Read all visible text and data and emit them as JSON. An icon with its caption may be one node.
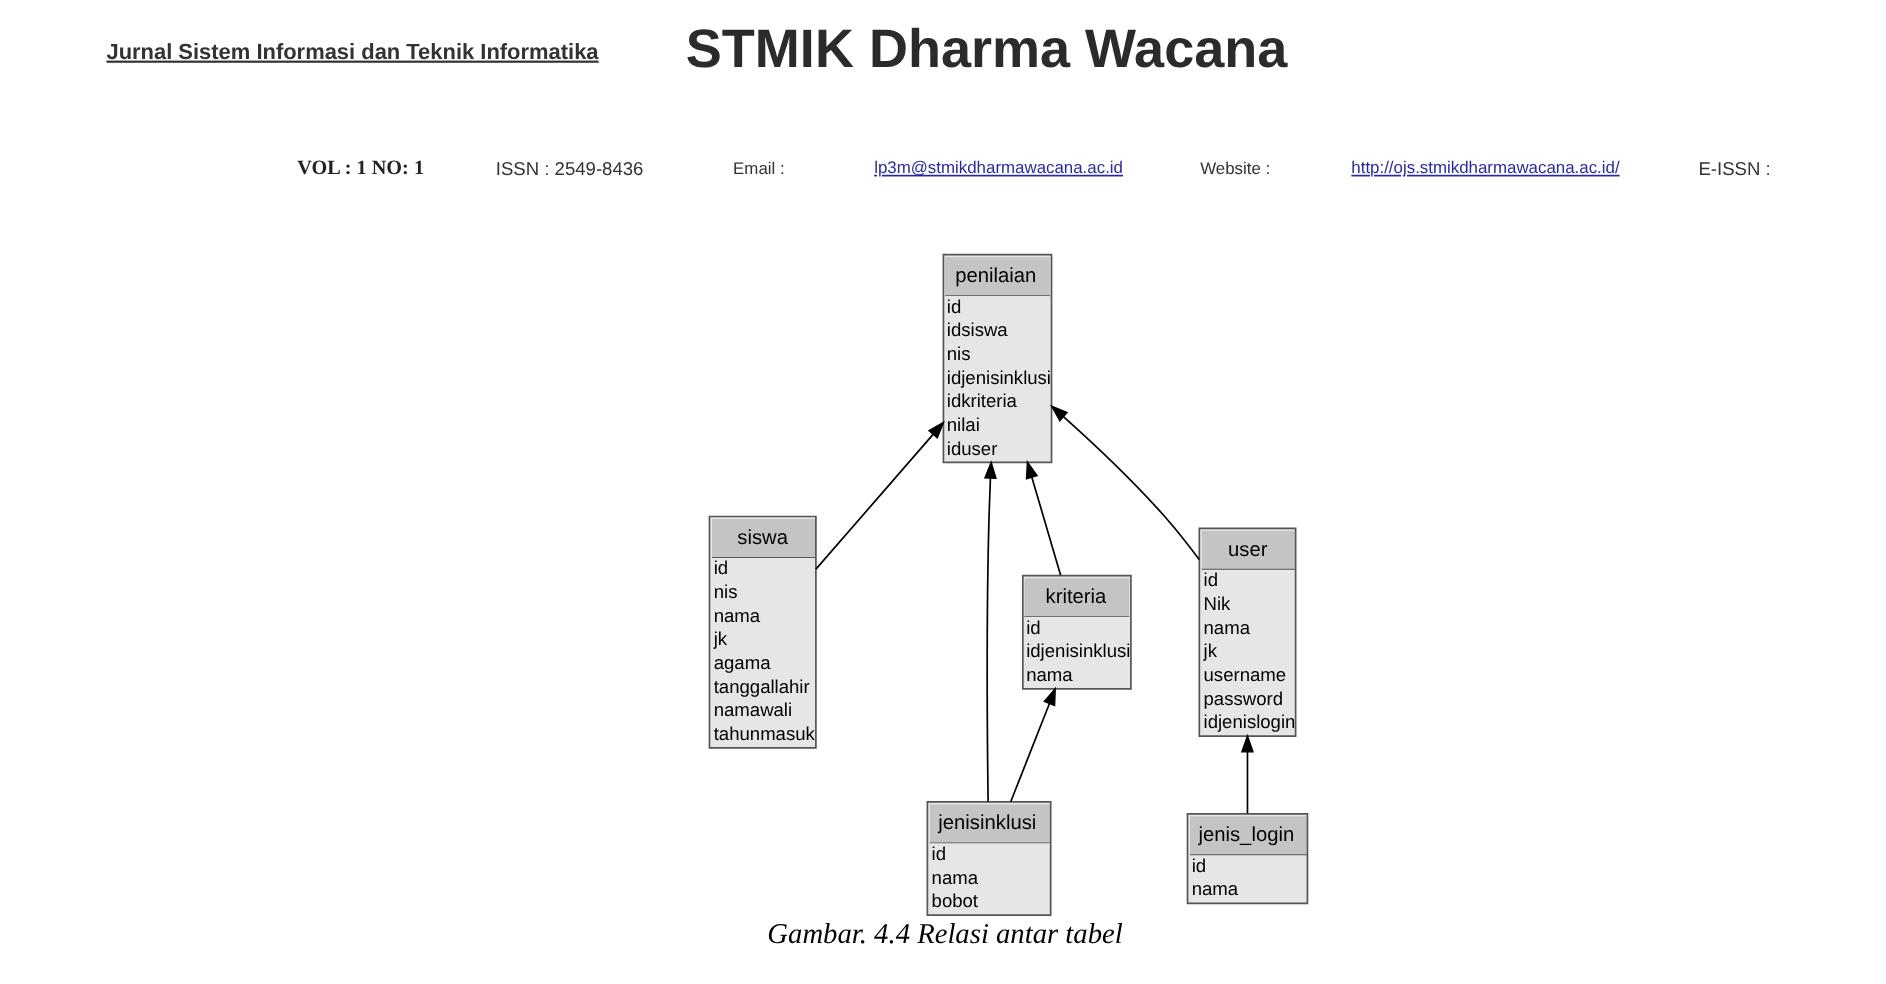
{
  "diagram": {
    "caption": "Gambar. 4.4 Relasi antar tabel",
    "nodes": [
      {
        "text": [
          "penilaian",
          "id",
          "idsiswa",
          "nis",
          "idjenisinklusi",
          "idkriteria",
          "nilai",
          "iduser"
        ]
      },
      {
        "text": [
          "siswa",
          "id",
          "nis",
          "nama",
          "jk",
          "agama",
          "tanggallahir",
          "namawali",
          "tahunmasuk"
        ]
      },
      {
        "text": [
          "jenisinklusi",
          "id",
          "nama",
          "bobot"
        ]
      },
      {
        "text": [
          "user",
          "id",
          "Nik",
          "nama",
          "jk",
          "username",
          "password",
          "idjenislogin"
        ]
      },
      {
        "text": [
          "jenis_login",
          "id",
          "nama"
        ]
      },
      {
        "text": [
          "kriteria",
          "id",
          "idjenisinklusi",
          "nama"
        ]
      }
    ],
    "edges": [
      {
        "from": 1,
        "to": 0,
        "arrow": "to"
      },
      {
        "from": 2,
        "to": 0,
        "arrow": "to"
      },
      {
        "from": 5,
        "to": 0,
        "arrow": "to"
      },
      {
        "from": 3,
        "to": 0,
        "arrow": "to"
      },
      {
        "from": 2,
        "to": 5,
        "arrow": "to"
      },
      {
        "from": 4,
        "to": 3,
        "arrow": "to"
      }
    ],
    "labels": [
      "Jurnal Sistem Informasi dan Teknik Informatika",
      "STMIK Dharma Wacana",
      "VOL : 1 NO: 1",
      "ISSN : 2549-8436",
      "Email :",
      "lp3m@stmikdharmawacana.ac.id",
      "Website :",
      "http://ojs.stmikdharmawacana.ac.id/",
      "E-ISSN :"
    ]
  }
}
